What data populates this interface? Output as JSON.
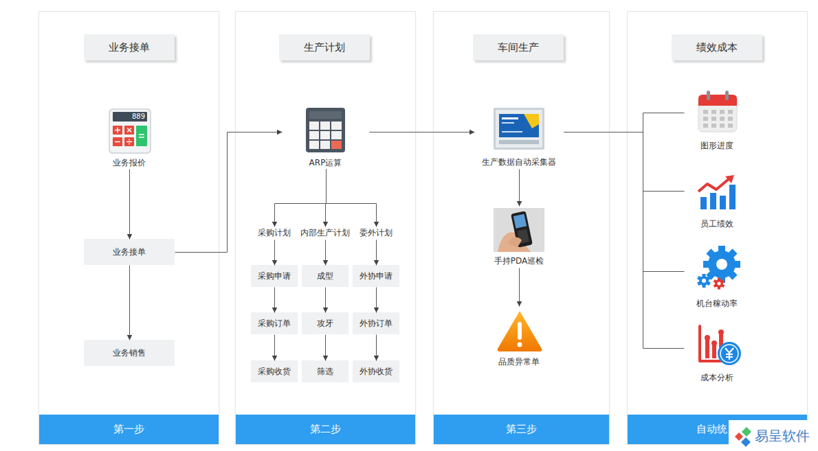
{
  "diagram": {
    "nodes": [
      {
        "text": [
          "业务接单"
        ]
      },
      {
        "text": [
          "业务报价"
        ],
        "in": 0
      },
      {
        "text": [
          "业务接单"
        ],
        "in": 0
      },
      {
        "text": [
          "业务销售"
        ],
        "in": 0
      },
      {
        "text": [
          "第一步"
        ],
        "in": 0
      },
      {
        "text": [
          "生产计划"
        ]
      },
      {
        "text": [
          "ARP运算"
        ],
        "in": 5
      },
      {
        "text": [
          "采购计划"
        ],
        "in": 5
      },
      {
        "text": [
          "内部生产计划"
        ],
        "in": 5
      },
      {
        "text": [
          "委外计划"
        ],
        "in": 5
      },
      {
        "text": [
          "采购申请"
        ],
        "in": 5
      },
      {
        "text": [
          "成型"
        ],
        "in": 5
      },
      {
        "text": [
          "外协申请"
        ],
        "in": 5
      },
      {
        "text": [
          "采购订单"
        ],
        "in": 5
      },
      {
        "text": [
          "攻牙"
        ],
        "in": 5
      },
      {
        "text": [
          "外协订单"
        ],
        "in": 5
      },
      {
        "text": [
          "采购收货"
        ],
        "in": 5
      },
      {
        "text": [
          "筛选"
        ],
        "in": 5
      },
      {
        "text": [
          "外协收货"
        ],
        "in": 5
      },
      {
        "text": [
          "第二步"
        ],
        "in": 5
      },
      {
        "text": [
          "车间生产"
        ]
      },
      {
        "text": [
          "生产数据自动采集器"
        ],
        "in": 20
      },
      {
        "text": [
          "手持PDA巡检"
        ],
        "in": 20
      },
      {
        "text": [
          "品质异常单"
        ],
        "in": 20
      },
      {
        "text": [
          "第三步"
        ],
        "in": 20
      },
      {
        "text": [
          "绩效成本"
        ]
      },
      {
        "text": [
          "图形进度"
        ],
        "in": 25
      },
      {
        "text": [
          "员工绩效"
        ],
        "in": 25
      },
      {
        "text": [
          "机台稼动率"
        ],
        "in": 25
      },
      {
        "text": [
          "成本分析"
        ],
        "in": 25
      },
      {
        "text": [
          "自动统"
        ],
        "in": 25
      }
    ],
    "edges": [
      {
        "from": 1,
        "to": 2,
        "arrow": "to"
      },
      {
        "from": 2,
        "to": 3,
        "arrow": "to"
      },
      {
        "from": 2,
        "to": 6,
        "arrow": "to"
      },
      {
        "from": 6,
        "to": 7,
        "arrow": "to"
      },
      {
        "from": 6,
        "to": 8,
        "arrow": "to"
      },
      {
        "from": 6,
        "to": 9,
        "arrow": "to"
      },
      {
        "from": 7,
        "to": 10,
        "arrow": "to"
      },
      {
        "from": 10,
        "to": 13,
        "arrow": "to"
      },
      {
        "from": 13,
        "to": 16,
        "arrow": "to"
      },
      {
        "from": 8,
        "to": 11,
        "arrow": "to"
      },
      {
        "from": 11,
        "to": 14,
        "arrow": "to"
      },
      {
        "from": 14,
        "to": 17,
        "arrow": "to"
      },
      {
        "from": 9,
        "to": 12,
        "arrow": "to"
      },
      {
        "from": 12,
        "to": 15,
        "arrow": "to"
      },
      {
        "from": 15,
        "to": 18,
        "arrow": "to"
      },
      {
        "from": 6,
        "to": 21,
        "arrow": "to"
      },
      {
        "from": 21,
        "to": 22,
        "arrow": "to"
      },
      {
        "from": 22,
        "to": 23,
        "arrow": "to"
      },
      {
        "from": 21,
        "to": 26,
        "arrow": "none"
      },
      {
        "from": 21,
        "to": 27,
        "arrow": "none"
      },
      {
        "from": 21,
        "to": 28,
        "arrow": "none"
      },
      {
        "from": 21,
        "to": 29,
        "arrow": "none"
      }
    ],
    "labels": [
      "889",
      "易呈软件"
    ]
  }
}
